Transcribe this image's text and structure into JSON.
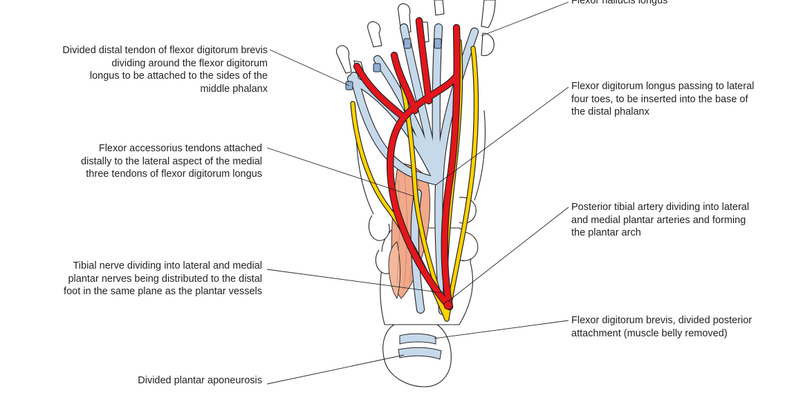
{
  "colors": {
    "artery": "#e3161b",
    "nerve": "#ffd200",
    "tendon": "#c5d9ea",
    "tendon_dark": "#8fb0d3",
    "muscle": "#f0a98a",
    "bone_outline": "#231f20",
    "leader": "#231f20"
  },
  "labels": {
    "flexor_hallucis_longus": {
      "lines": [
        "Flexor hallucis longus"
      ]
    },
    "fdb_distal_tendon": {
      "lines": [
        "Divided distal tendon of flexor digitorum brevis",
        "dividing around the flexor digitorum",
        "longus to be attached to the sides of the",
        "middle phalanx"
      ]
    },
    "fdl_lateral_four_toes": {
      "lines": [
        "Flexor digitorum longus passing to lateral",
        "four toes, to be inserted into the base of",
        "the distal phalanx"
      ]
    },
    "flexor_accessorius": {
      "lines": [
        "Flexor accessorius tendons attached",
        "distally to the lateral aspect of the medial",
        "three tendons of flexor digitorum longus"
      ]
    },
    "posterior_tibial_artery": {
      "lines": [
        "Posterior tibial artery dividing into lateral",
        "and medial plantar arteries and forming",
        "the plantar arch"
      ]
    },
    "tibial_nerve": {
      "lines": [
        "Tibial nerve dividing into lateral and medial",
        "plantar nerves being distributed to the distal",
        "foot in the same plane as the plantar vessels"
      ]
    },
    "fdb_posterior_attachment": {
      "lines": [
        "Flexor digitorum brevis, divided posterior",
        "attachment (muscle belly removed)"
      ]
    },
    "plantar_aponeurosis": {
      "lines": [
        "Divided plantar aponeurosis"
      ]
    }
  }
}
